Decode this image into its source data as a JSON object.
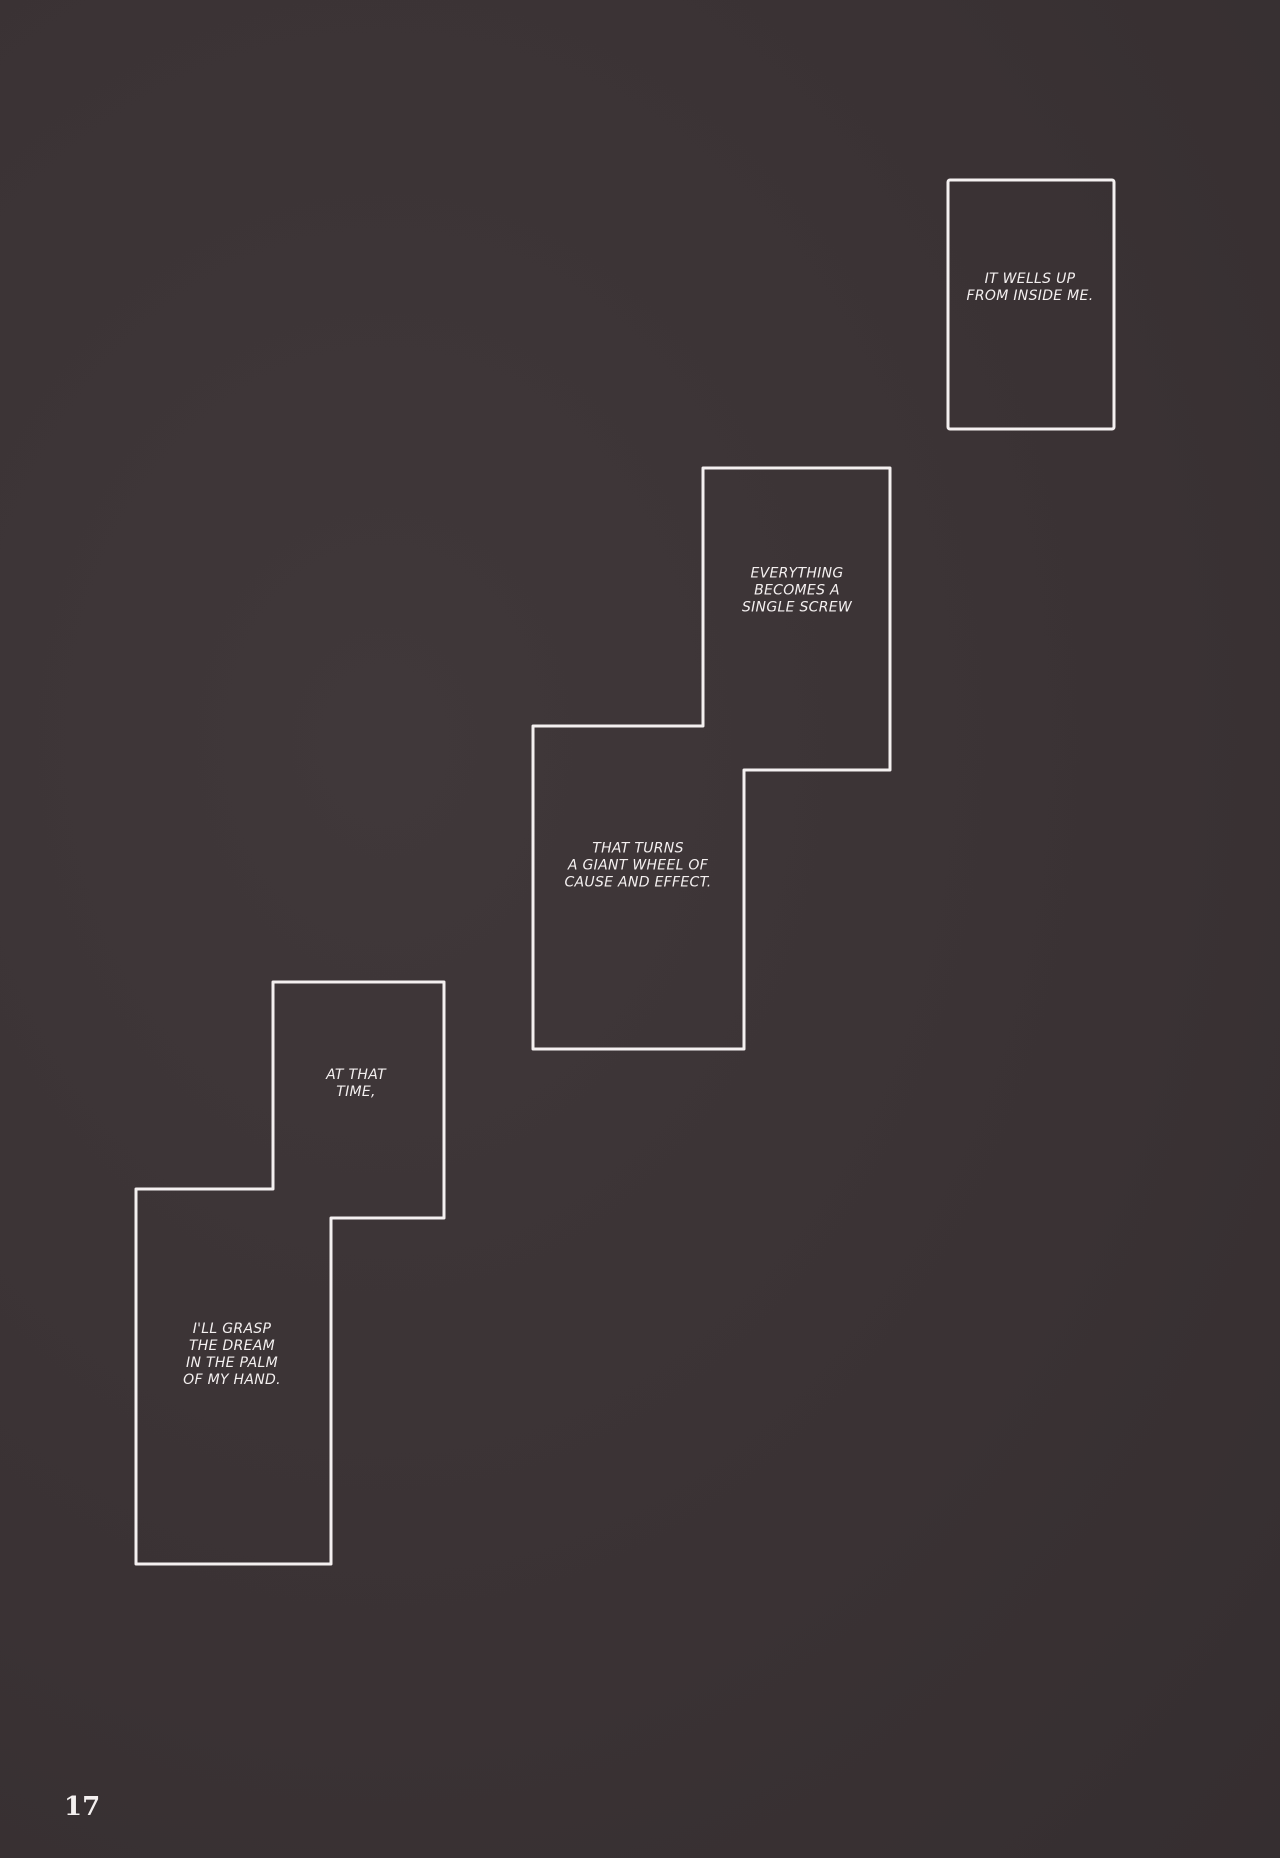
{
  "captions": [
    {
      "lines": [
        "IT WELLS UP",
        "FROM INSIDE ME."
      ]
    },
    {
      "lines": [
        "EVERYTHING",
        "BECOMES A",
        "SINGLE SCREW"
      ]
    },
    {
      "lines": [
        "THAT TURNS",
        "A GIANT WHEEL OF",
        "CAUSE AND EFFECT."
      ]
    },
    {
      "lines": [
        "AT THAT",
        "TIME,"
      ]
    },
    {
      "lines": [
        "I'LL GRASP",
        "THE DREAM",
        "IN THE PALM",
        "OF MY HAND."
      ]
    }
  ],
  "page_number": "17",
  "colors": {
    "background": "#3b3335",
    "frame": "#f4f0f0"
  }
}
